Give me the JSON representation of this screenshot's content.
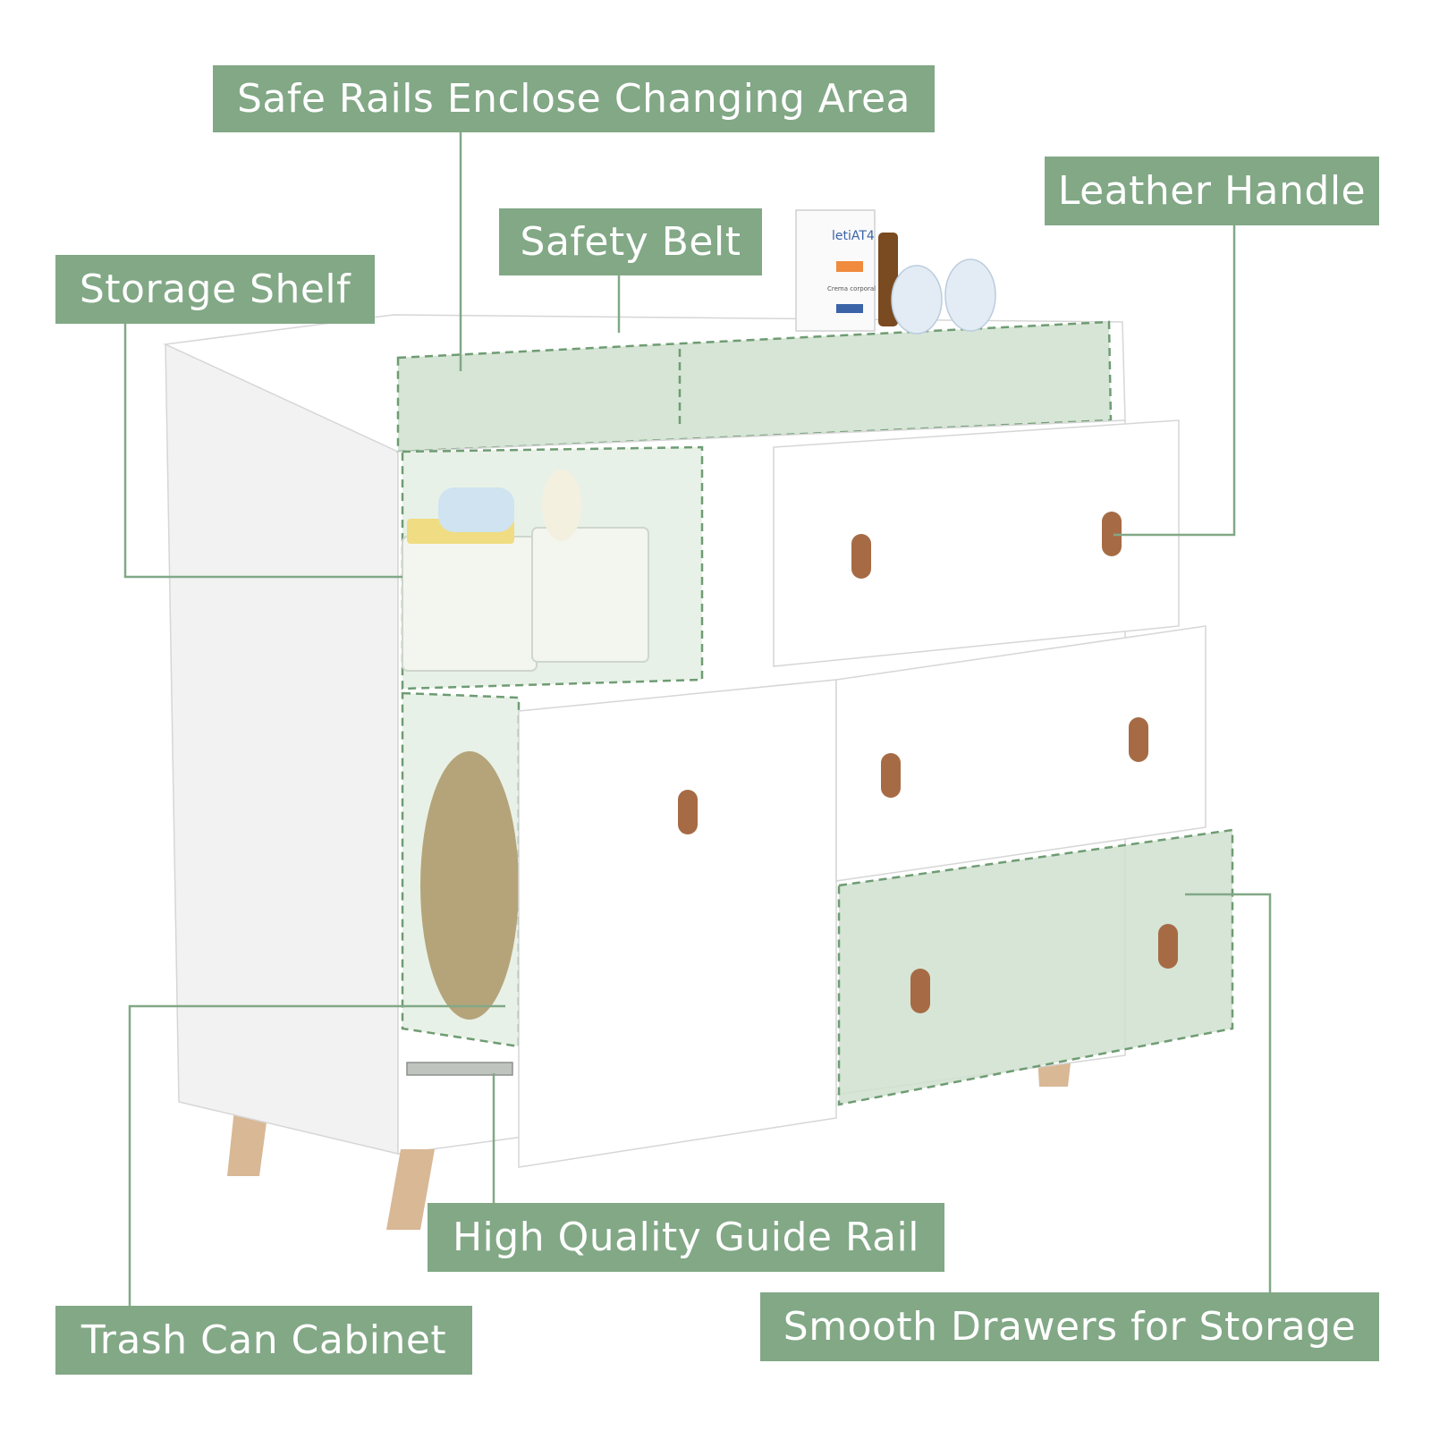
{
  "labels": {
    "safe_rails": "Safe Rails Enclose Changing Area",
    "leather_handle": "Leather Handle",
    "safety_belt": "Safety Belt",
    "storage_shelf": "Storage Shelf",
    "guide_rail": "High Quality Guide Rail",
    "trash_can": "Trash Can Cabinet",
    "smooth_drawers": "Smooth Drawers for Storage"
  },
  "product_text": {
    "box_brand": "letiAT4",
    "box_caption": "Crema corporal"
  },
  "colors": {
    "label_bg": "#82a886",
    "label_text": "#ffffff",
    "highlight": "#cfe1cf",
    "handle": "#a66b45",
    "wood_leg": "#d9b896"
  }
}
